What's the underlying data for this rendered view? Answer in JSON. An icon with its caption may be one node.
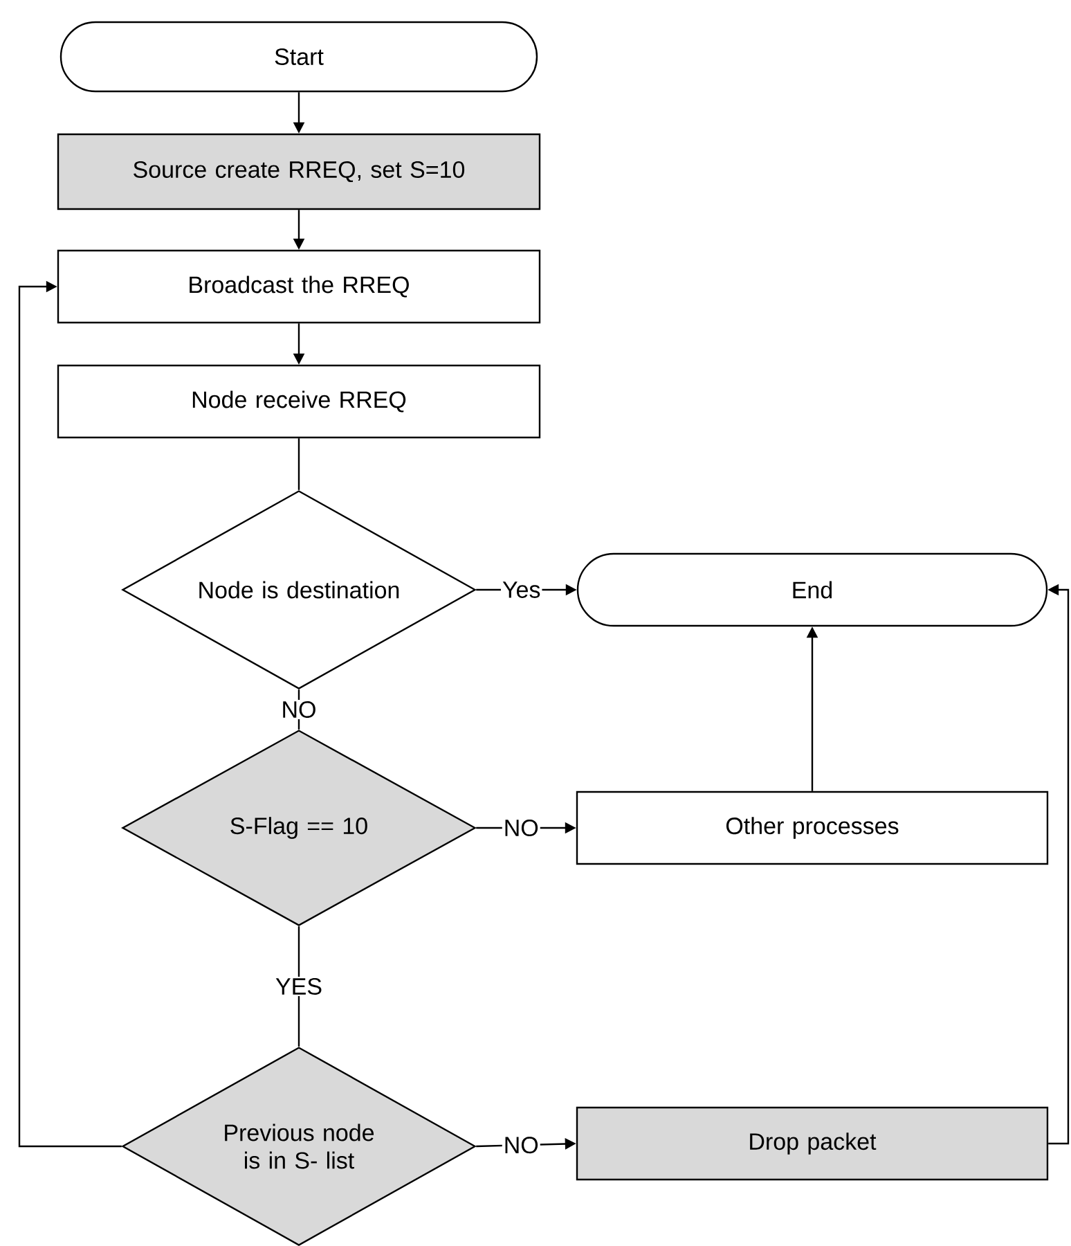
{
  "diagram": {
    "nodes": [
      {
        "text": [
          "Start"
        ]
      },
      {
        "text": [
          "Source create RREQ, set S=10"
        ]
      },
      {
        "text": [
          "Broadcast the RREQ"
        ]
      },
      {
        "text": [
          "Node receive RREQ"
        ]
      },
      {
        "text": [
          "Node is destination"
        ]
      },
      {
        "text": [
          "End"
        ]
      },
      {
        "text": [
          "S-Flag == 10"
        ]
      },
      {
        "text": [
          "Other processes"
        ]
      },
      {
        "text": [
          "Previous node is in S- list"
        ]
      },
      {
        "text": [
          "Drop packet"
        ]
      }
    ],
    "edges": [
      {
        "from": 0,
        "to": 1,
        "arrow": "to"
      },
      {
        "from": 1,
        "to": 2,
        "arrow": "to"
      },
      {
        "from": 2,
        "to": 3,
        "arrow": "to"
      },
      {
        "from": 3,
        "to": 4,
        "arrow": "none"
      },
      {
        "from": 4,
        "to": 5,
        "arrow": "to",
        "label": "Yes"
      },
      {
        "from": 4,
        "to": 6,
        "arrow": "none",
        "label": "NO"
      },
      {
        "from": 6,
        "to": 7,
        "arrow": "to",
        "label": "NO"
      },
      {
        "from": 7,
        "to": 5,
        "arrow": "to"
      },
      {
        "from": 6,
        "to": 8,
        "arrow": "none",
        "label": "YES"
      },
      {
        "from": 8,
        "to": 9,
        "arrow": "to",
        "label": "NO"
      },
      {
        "from": 8,
        "to": 2,
        "arrow": "to"
      },
      {
        "from": 9,
        "to": 5,
        "arrow": "to"
      }
    ]
  }
}
